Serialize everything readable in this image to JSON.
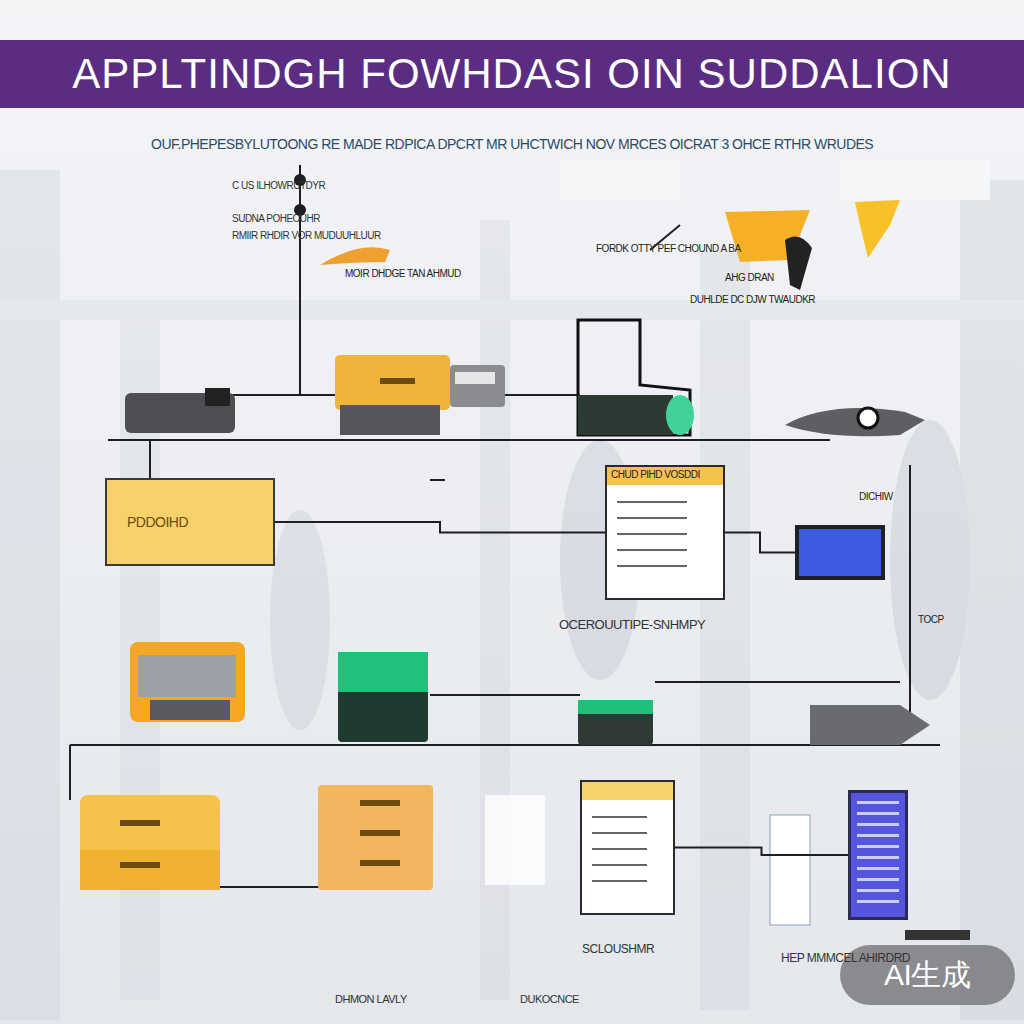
{
  "diagram": {
    "title": "APPLTINDGH FOWHDASI OIN SUDDALION",
    "nodes": [
      {
        "text": [
          "PDDOIHD"
        ]
      },
      {
        "text": [
          "CHUD PIHD VOSDDI",
          "OCEROUUTIPE-SNHMPY"
        ]
      },
      {
        "text": [
          "DICHIW"
        ]
      },
      {
        "text": [
          "SCLOUSHMR"
        ]
      },
      {
        "text": [
          "HEP MMMCEL AHIRDRD"
        ]
      }
    ],
    "edges": [
      {
        "from": 0,
        "to": 1,
        "arrow": "none"
      },
      {
        "from": 1,
        "to": 2,
        "arrow": "none"
      },
      {
        "from": 3,
        "to": 4,
        "arrow": "none"
      }
    ],
    "labels": [
      "OUF.PHEPESBYLUTOONG  RE MADE RDPICA  DPCRT MR  UHCTWICH NOV MRCES OICRAT  3 OHCE RTHR WRUDES",
      "C US ILHOWRUTDYR",
      "SUDNA POHEOUHR",
      "RMIIR RHDIR VOR MUDUUHLUUR",
      "MOIR DHDGE TAN AHMUD",
      "FORDK  OTTY PEF CHOUND A BA",
      "AHG DRAN",
      "DUHLDE DC DJW TWAUDKR",
      "TOCP",
      "DHMON LAVLY",
      "DUKOCNCE",
      "AI生成"
    ]
  }
}
